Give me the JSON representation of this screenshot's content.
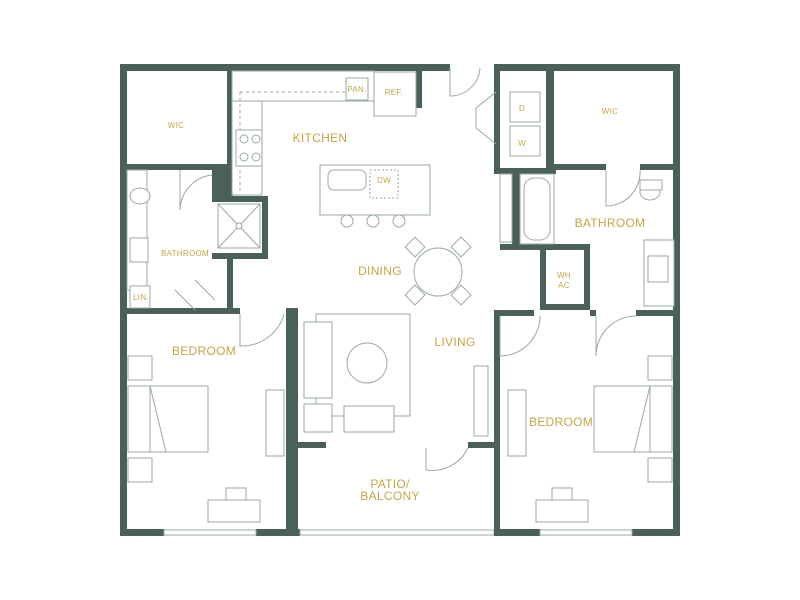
{
  "colors": {
    "wall": "#4a6158",
    "label": "#c2a642",
    "fixture": "#9aa8a2"
  },
  "rooms": {
    "wic_left": "WIC",
    "wic_right": "WIC",
    "kitchen": "KITCHEN",
    "pantry": "PAN.",
    "refrigerator": "REF.",
    "dishwasher": "DW",
    "dryer": "D",
    "washer": "W",
    "bathroom_left": "BATHROOM",
    "bathroom_right": "BATHROOM",
    "linen": "LIN.",
    "dining": "DINING",
    "living": "LIVING",
    "wh": "WH",
    "ac": "AC",
    "bedroom_left": "BEDROOM",
    "bedroom_right": "BEDROOM",
    "patio_line1": "PATIO/",
    "patio_line2": "BALCONY"
  }
}
